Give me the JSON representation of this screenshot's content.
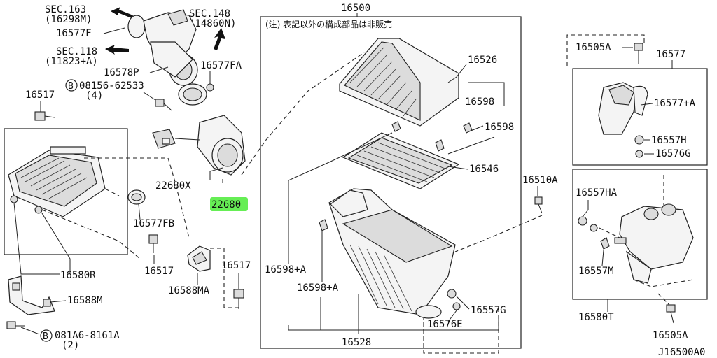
{
  "labels": {
    "sec163": "SEC.163",
    "sec163_sub": "(16298M)",
    "sec148": "SEC.148",
    "sec148_sub": "(14860N)",
    "sec118": "SEC.118",
    "sec118_sub": "(11823+A)",
    "p16577F": "16577F",
    "p16578P": "16578P",
    "p16577FA": "16577FA",
    "bolt_ref_1": "08156-62533",
    "bolt_ref_1_qty": "(4)",
    "p16517_a": "16517",
    "p16517_b": "16517",
    "p16517_c": "16517",
    "p22680X": "22680X",
    "p22680_highlight": "22680",
    "p16577FB": "16577FB",
    "p16580R": "16580R",
    "p16588M": "16588M",
    "p16588MA": "16588MA",
    "bolt_ref_2": "081A6-8161A",
    "bolt_ref_2_qty": "(2)",
    "p16500": "16500",
    "note_jp": "(注) 表記以外の構成部品は非販売",
    "p16526": "16526",
    "p16598_a": "16598",
    "p16598_b": "16598",
    "p16546": "16546",
    "p16598A_a": "16598+A",
    "p16598A_b": "16598+A",
    "p16528": "16528",
    "p16557G": "16557G",
    "p16576E": "16576E",
    "p16510A": "16510A",
    "p16505A_top": "16505A",
    "p16577": "16577",
    "p16577A": "16577+A",
    "p16557H": "16557H",
    "p16576G": "16576G",
    "p16557HA": "16557HA",
    "p16557M": "16557M",
    "p16580T": "16580T",
    "p16505A_bottom": "16505A",
    "diagram_code": "J16500A0",
    "circle_b": "B"
  },
  "colors": {
    "highlight": "#66ee55",
    "line": "#222222"
  }
}
